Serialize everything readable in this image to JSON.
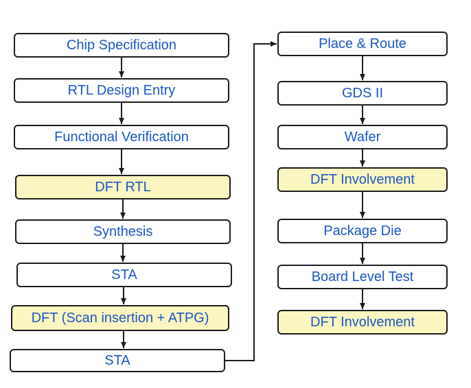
{
  "colors": {
    "text": "#1a56c4",
    "border": "#1c1c1c",
    "highlight_fill": "#fbf6bf",
    "default_fill": "#ffffff",
    "connector": "#1c1c1c"
  },
  "left_column": [
    {
      "label": "Chip Specification",
      "highlight": false
    },
    {
      "label": "RTL Design Entry",
      "highlight": false
    },
    {
      "label": "Functional Verification",
      "highlight": false
    },
    {
      "label": "DFT RTL",
      "highlight": true
    },
    {
      "label": "Synthesis",
      "highlight": false
    },
    {
      "label": "STA",
      "highlight": false
    },
    {
      "label": "DFT (Scan insertion + ATPG)",
      "highlight": true
    },
    {
      "label": "STA",
      "highlight": false
    }
  ],
  "right_column": [
    {
      "label": "Place & Route",
      "highlight": false
    },
    {
      "label": "GDS II",
      "highlight": false
    },
    {
      "label": "Wafer",
      "highlight": false
    },
    {
      "label": "DFT Involvement",
      "highlight": true
    },
    {
      "label": "Package Die",
      "highlight": false
    },
    {
      "label": "Board Level Test",
      "highlight": false
    },
    {
      "label": "DFT Involvement",
      "highlight": true
    }
  ]
}
